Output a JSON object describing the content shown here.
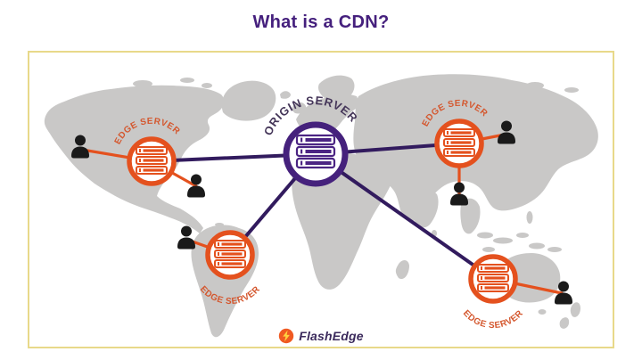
{
  "title": "What is a CDN?",
  "diagram": {
    "origin_server": {
      "label": "ORIGIN SERVER",
      "users": 0
    },
    "edge_servers": [
      {
        "label": "EDGE SERVER",
        "region": "north-america",
        "users": 2
      },
      {
        "label": "EDGE SERVER",
        "region": "asia",
        "users": 2
      },
      {
        "label": "EDGE SERVER",
        "region": "south-america",
        "users": 1
      },
      {
        "label": "EDGE SERVER",
        "region": "australia",
        "users": 1
      }
    ],
    "total_user_icons": 6
  },
  "logo": {
    "text": "FlashEdge"
  },
  "icons": {
    "server": "server-icon",
    "user": "user-icon",
    "logo_mark": "lightning-bolt-icon"
  },
  "colors": {
    "title_purple": "#45207d",
    "origin_ring_purple": "#45217c",
    "line_purple": "#321b5e",
    "edge_orange": "#e4511e",
    "edge_label_orange": "#d4572e",
    "map_gray": "#c9c8c7",
    "frame_gold": "#e8d98a",
    "user_black": "#1a1a1a",
    "logo_purple": "#3b2a5c"
  }
}
